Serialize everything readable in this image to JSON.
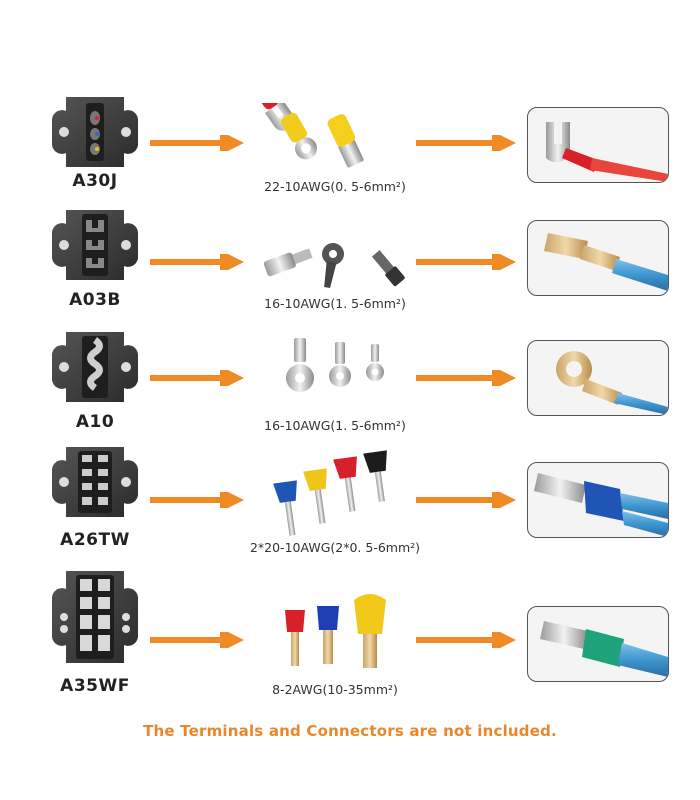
{
  "rows": [
    {
      "model": "A30J",
      "spec": "22-10AWG(0. 5-6mm²)"
    },
    {
      "model": "A03B",
      "spec": "16-10AWG(1. 5-6mm²)"
    },
    {
      "model": "A10",
      "spec": "16-10AWG(1. 5-6mm²)"
    },
    {
      "model": "A26TW",
      "spec": "2*20-10AWG(2*0. 5-6mm²)"
    },
    {
      "model": "A35WF",
      "spec": "8-2AWG(10-35mm²)"
    }
  ],
  "footer": {
    "notice": "The Terminals and Connectors are not included."
  },
  "colors": {
    "arrow": "#f08a24",
    "footer": "#e8872b",
    "die": "#3a3a3a"
  },
  "icons": [
    "crimp-die-icon",
    "arrow-right-icon",
    "terminal-icon",
    "crimped-terminal-photo"
  ]
}
